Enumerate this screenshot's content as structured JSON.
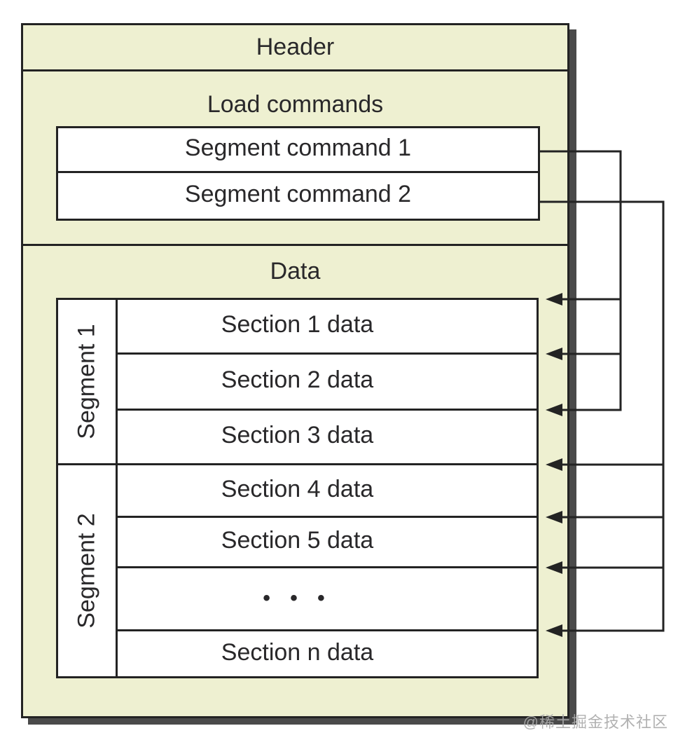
{
  "diagram": {
    "header": {
      "label": "Header"
    },
    "load_commands": {
      "title": "Load commands",
      "commands": [
        {
          "label": "Segment command 1"
        },
        {
          "label": "Segment command 2"
        }
      ]
    },
    "data_section": {
      "title": "Data",
      "segments": [
        {
          "label": "Segment 1"
        },
        {
          "label": "Segment 2"
        }
      ],
      "rows": [
        {
          "label": "Section 1 data",
          "segment": "Segment 1"
        },
        {
          "label": "Section 2 data",
          "segment": "Segment 1"
        },
        {
          "label": "Section 3 data",
          "segment": "Segment 1"
        },
        {
          "label": "Section 4 data",
          "segment": "Segment 2"
        },
        {
          "label": "Section 5 data",
          "segment": "Segment 2"
        },
        {
          "label": "• • •",
          "segment": "Segment 2"
        },
        {
          "label": "Section n data",
          "segment": "Segment 2"
        }
      ]
    },
    "connections": [
      {
        "from": "Segment command 1",
        "to": [
          "Section 1 data",
          "Section 2 data",
          "Section 3 data"
        ]
      },
      {
        "from": "Segment command 2",
        "to": [
          "Section 4 data",
          "Section 5 data",
          "• • •",
          "Section n data"
        ]
      }
    ],
    "watermark": {
      "label": "@稀土掘金技术社区"
    },
    "colors": {
      "panel_fill": "#eef0d1",
      "box_fill": "#ffffff",
      "line": "#232323",
      "shadow": "#4a4a4a",
      "text": "#29282a",
      "watermark_text": "#a9a9a9"
    }
  }
}
